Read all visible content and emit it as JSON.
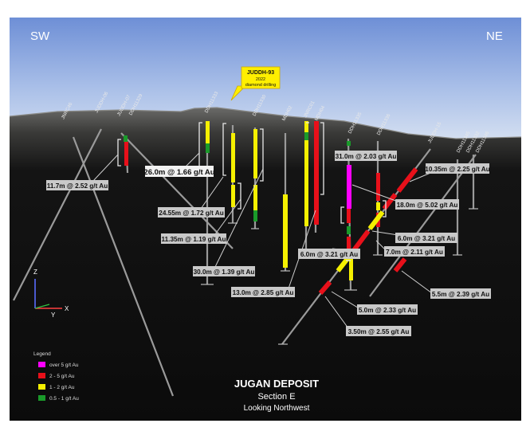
{
  "corners": {
    "left": "SW",
    "right": "NE"
  },
  "callout": {
    "hole": "JUDDH-93",
    "year": "2022",
    "desc": "diamond drilling"
  },
  "hole_labels": [
    "JNRC46",
    "JUDDH-06",
    "JUDDH-07",
    "DDH11329",
    "DDH11333",
    "DDH11330",
    "MDH02",
    "JNRC01",
    "MDH04",
    "DDH11335",
    "DDH11336",
    "JUDDH-15",
    "DDH11345",
    "DDH11332",
    "DDH11346"
  ],
  "intercepts": [
    "11.7m @ 2.52 g/t Au",
    "26.0m @ 1.66 g/t Au",
    "24.55m @ 1.72 g/t Au",
    "11.35m @ 1.19 g/t Au",
    "30.0m @ 1.39 g/t Au",
    "13.0m @ 2.85 g/t Au",
    "31.0m @ 2.03 g/t Au",
    "10.35m @ 2.25 g/t Au",
    "18.0m @ 5.02 g/t Au",
    "6.0m @ 3.21 g/t Au",
    "6.0m @ 3.21 g/t Au",
    "7.0m @ 2.11 g/t Au",
    "5.5m @ 2.39 g/t Au",
    "5.0m @ 2.33 g/t Au",
    "3.50m @ 2.55 g/t Au"
  ],
  "legend": {
    "title": "Legend",
    "items": [
      {
        "label": "over 5 g/t Au",
        "color": "#ff00ff"
      },
      {
        "label": "2 - 5 g/t Au",
        "color": "#e8101a"
      },
      {
        "label": "1 - 2 g/t Au",
        "color": "#f5f000"
      },
      {
        "label": "0.5 - 1 g/t Au",
        "color": "#1a9a2a"
      }
    ]
  },
  "axes": {
    "z": "Z",
    "x": "X",
    "y": "Y"
  },
  "title": {
    "line1": "JUGAN DEPOSIT",
    "line2": "Section E",
    "line3": "Looking Northwest"
  }
}
